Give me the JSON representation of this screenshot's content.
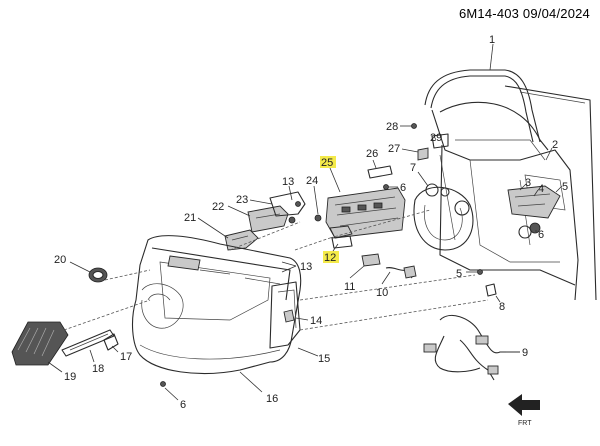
{
  "header": {
    "diagram_id": "6M14-403",
    "date": "09/04/2024"
  },
  "callouts": {
    "c1": "1",
    "c2": "2",
    "c3": "3",
    "c4": "4",
    "c5a": "5",
    "c5b": "5",
    "c6a": "6",
    "c6b": "6",
    "c6c": "6",
    "c7": "7",
    "c8": "8",
    "c9": "9",
    "c10": "10",
    "c11": "11",
    "c12": "12",
    "c13a": "13",
    "c13b": "13",
    "c14": "14",
    "c15": "15",
    "c16": "16",
    "c17": "17",
    "c18": "18",
    "c19": "19",
    "c20": "20",
    "c21": "21",
    "c22": "22",
    "c23": "23",
    "c24": "24",
    "c25": "25",
    "c26": "26",
    "c27": "27",
    "c28": "28",
    "c29": "29"
  },
  "highlighted_callouts": [
    "12",
    "25"
  ],
  "colors": {
    "highlight": "#f4ea4a",
    "line": "#2b2b2b",
    "shade": "#c9c9c9"
  },
  "front_arrow": {
    "label": "FRT",
    "icon": "front-direction-arrow-icon"
  }
}
